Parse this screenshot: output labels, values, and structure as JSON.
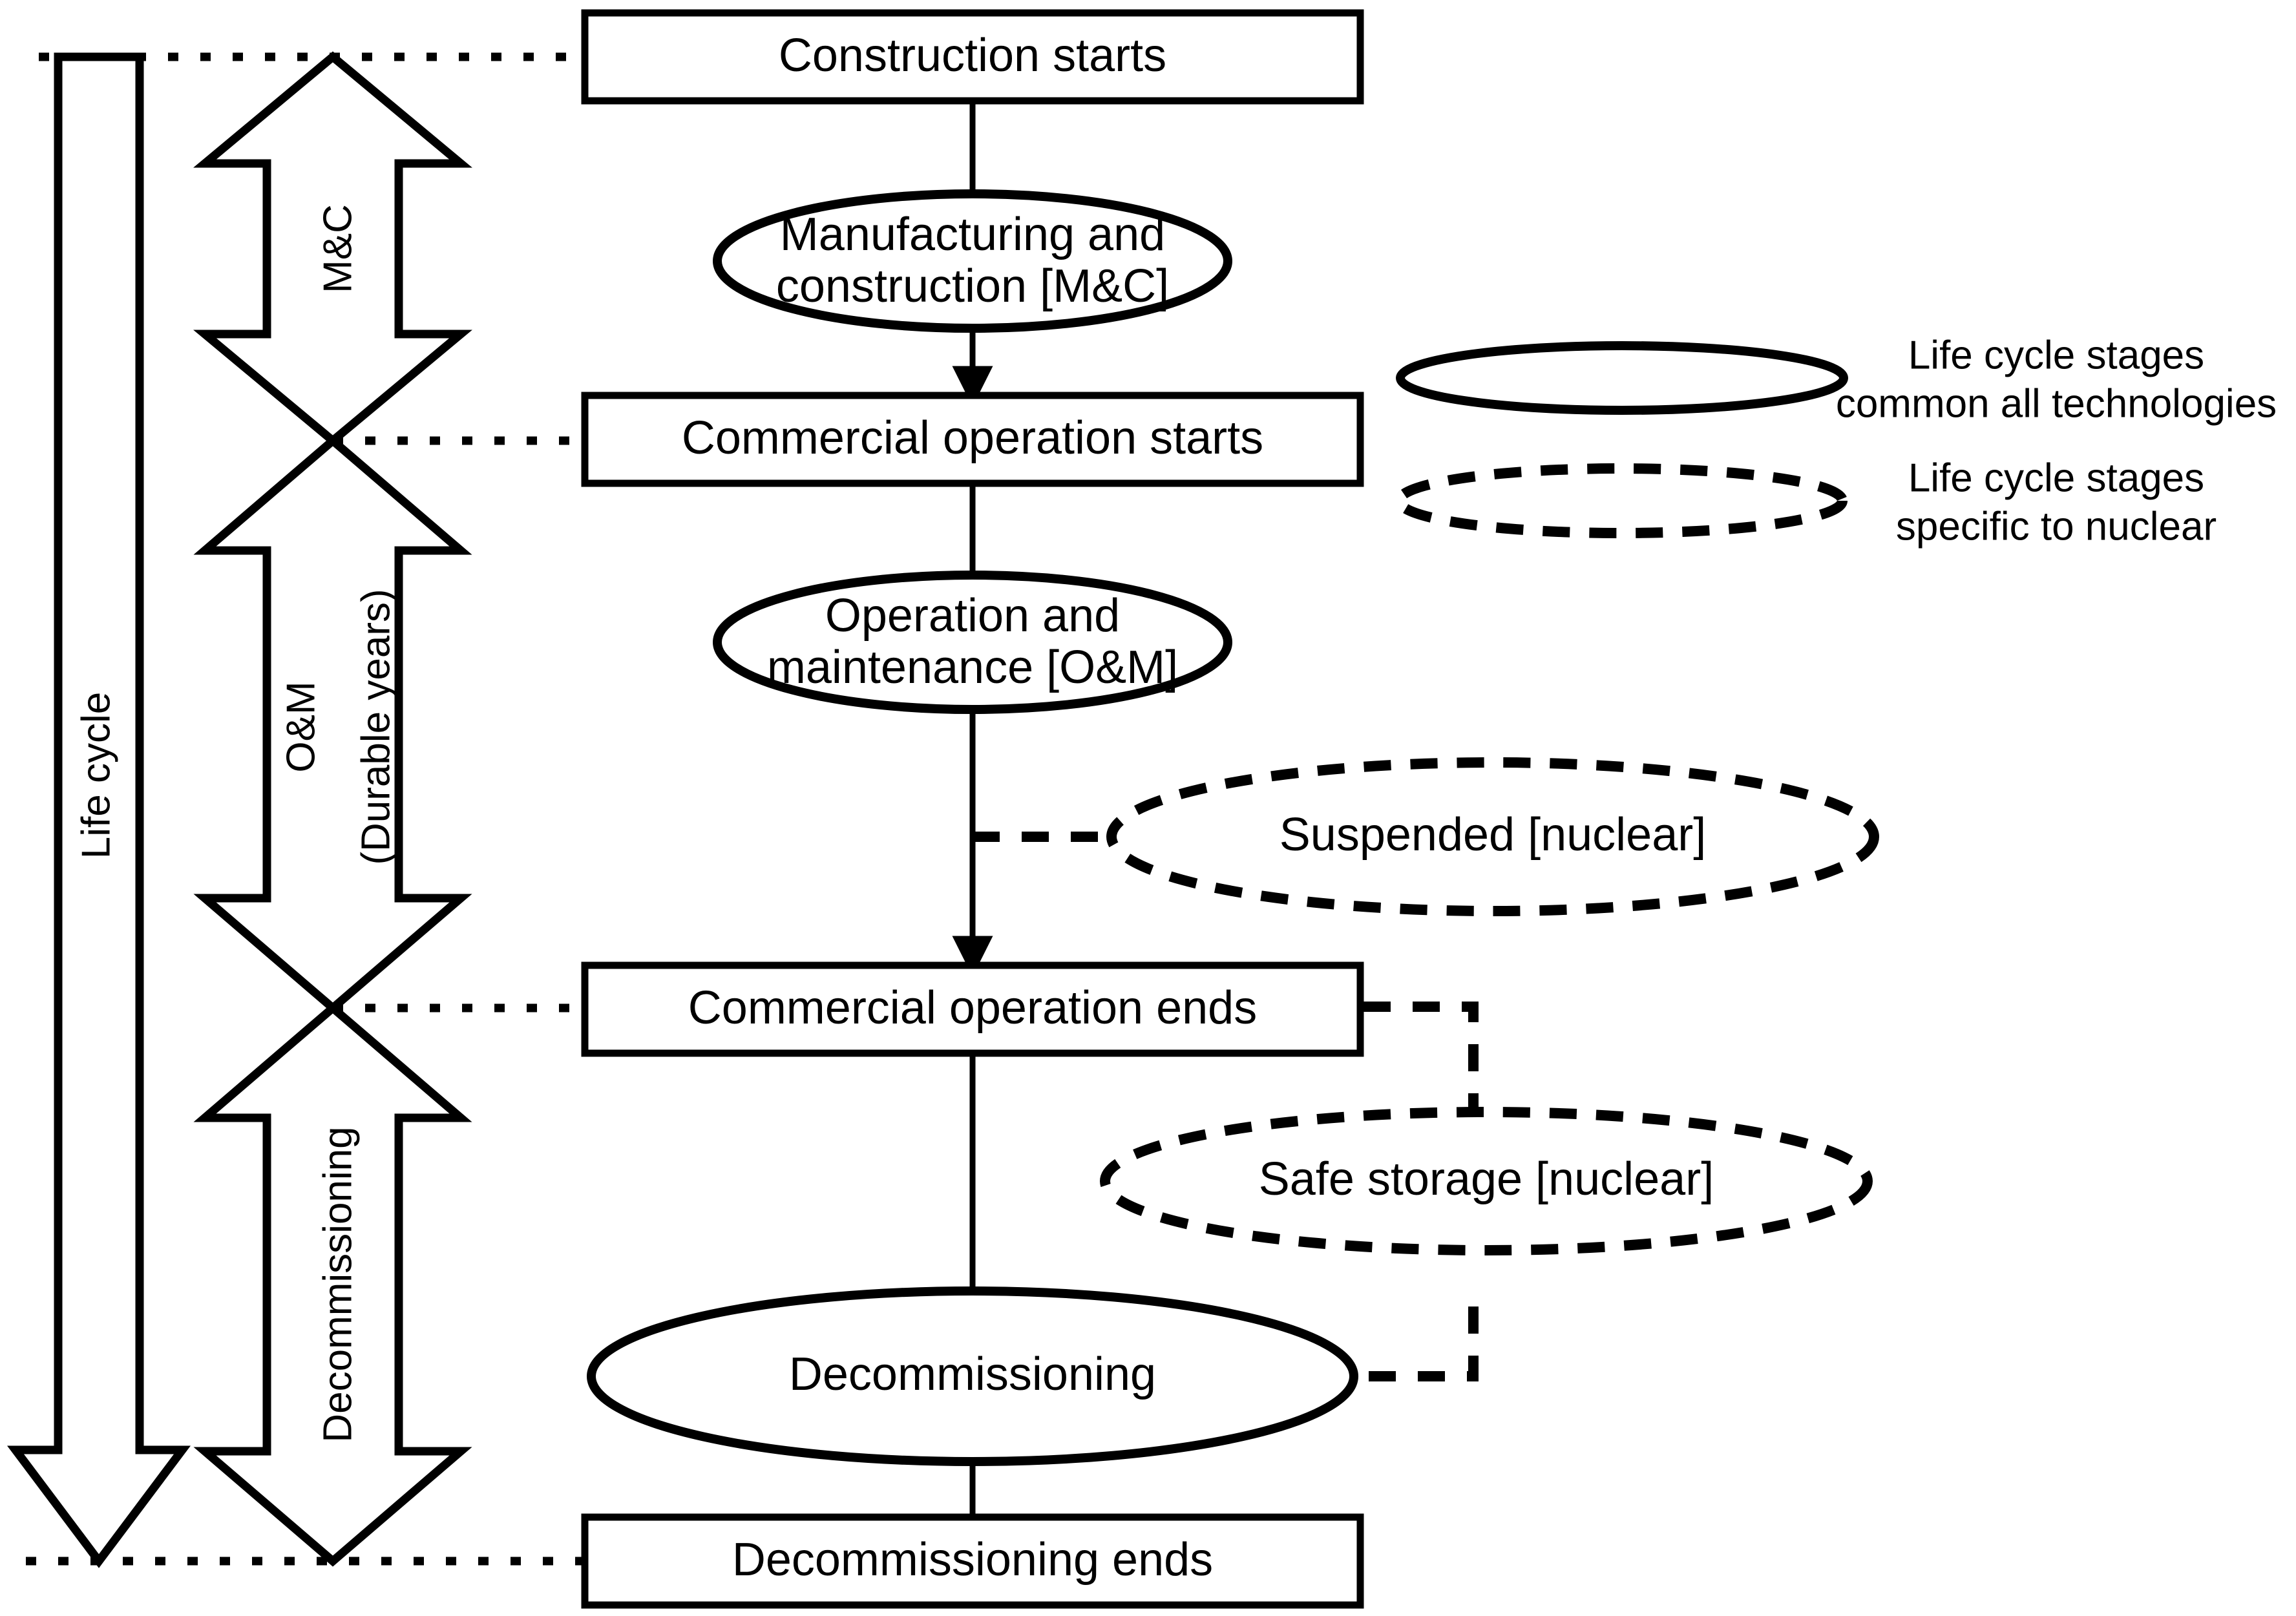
{
  "diagram": {
    "title_present": false,
    "colors": {
      "stroke": "#000000",
      "fill": "#ffffff",
      "background": "#ffffff"
    },
    "flow_nodes": [
      {
        "id": "construction-starts",
        "shape": "rectangle",
        "style": "solid",
        "label": "Construction starts"
      },
      {
        "id": "manufacturing-construction",
        "shape": "ellipse",
        "style": "solid",
        "label_line1": "Manufacturing and",
        "label_line2": "construction [M&C]"
      },
      {
        "id": "commercial-operation-starts",
        "shape": "rectangle",
        "style": "solid",
        "label": "Commercial operation starts"
      },
      {
        "id": "operation-maintenance",
        "shape": "ellipse",
        "style": "solid",
        "label_line1": "Operation and",
        "label_line2": "maintenance [O&M]"
      },
      {
        "id": "suspended-nuclear",
        "shape": "ellipse",
        "style": "dashed",
        "label": "Suspended [nuclear]"
      },
      {
        "id": "commercial-operation-ends",
        "shape": "rectangle",
        "style": "solid",
        "label": "Commercial operation ends"
      },
      {
        "id": "safe-storage-nuclear",
        "shape": "ellipse",
        "style": "dashed",
        "label": "Safe storage [nuclear]"
      },
      {
        "id": "decommissioning",
        "shape": "ellipse",
        "style": "solid",
        "label": "Decommissioning"
      },
      {
        "id": "decommissioning-ends",
        "shape": "rectangle",
        "style": "solid",
        "label": "Decommissioning ends"
      }
    ],
    "phase_arrows": [
      {
        "id": "life-cycle",
        "label": "Life cycle",
        "sublabel": "",
        "orientation": "down",
        "rotation": -90
      },
      {
        "id": "mc-phase",
        "label": "M&C",
        "sublabel": "",
        "orientation": "double",
        "rotation": -90
      },
      {
        "id": "om-phase",
        "label": "O&M",
        "sublabel": "(Durable years)",
        "orientation": "double",
        "rotation": -90
      },
      {
        "id": "decommissioning-phase",
        "label": "Decommissioning",
        "sublabel": "",
        "orientation": "double",
        "rotation": -90
      }
    ],
    "legend": {
      "items": [
        {
          "id": "legend-common",
          "marker": "solid-ellipse",
          "line1": "Life cycle stages",
          "line2": "common all technologies"
        },
        {
          "id": "legend-nuclear",
          "marker": "dashed-ellipse",
          "line1": "Life cycle stages",
          "line2": "specific to nuclear"
        }
      ]
    },
    "connector_styles": {
      "flow": "solid-line-with-arrowhead",
      "nuclear_branch": "dashed-line",
      "phase_tie": "dotted-line"
    }
  }
}
